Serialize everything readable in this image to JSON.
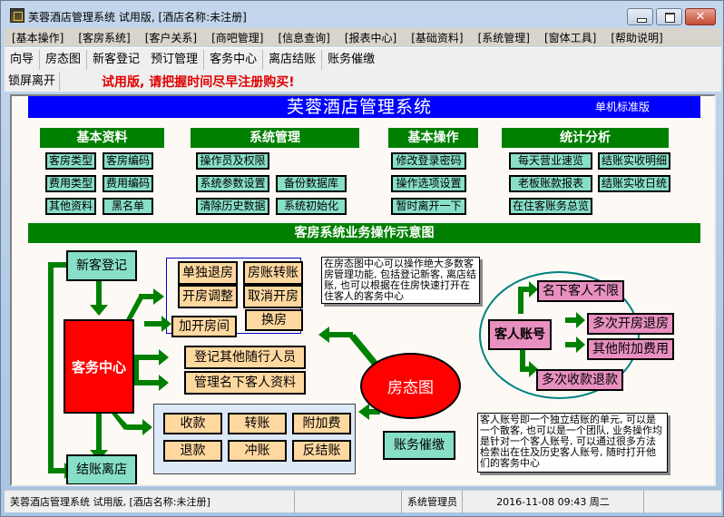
{
  "window": {
    "title": "芙蓉酒店管理系统 试用版, [酒店名称:未注册]",
    "controls": {
      "minimize": "minimize",
      "maximize": "maximize",
      "close": "✕"
    }
  },
  "menubar": {
    "items": [
      "[基本操作]",
      "[客房系统]",
      "[客户关系]",
      "[商吧管理]",
      "[信息查询]",
      "[报表中心]",
      "[基础资料]",
      "[系统管理]",
      "[窗体工具]",
      "[帮助说明]"
    ]
  },
  "toolbar": {
    "buttons": [
      "向导",
      "房态图",
      "新客登记",
      "预订管理",
      "客务中心",
      "离店结账",
      "账务催缴"
    ],
    "lock_label": "锁屏离开",
    "trial_message": "试用版, 请把握时间尽早注册购买!"
  },
  "banner": {
    "title": "芙蓉酒店管理系统",
    "edition": "单机标准版"
  },
  "sections": {
    "basic_data": {
      "title": "基本资料",
      "buttons": [
        "客房类型",
        "客房编码",
        "费用类型",
        "费用编码",
        "其他资料",
        "黑名单"
      ]
    },
    "system_mgmt": {
      "title": "系统管理",
      "buttons": [
        "操作员及权限",
        "系统参数设置",
        "备份数据库",
        "清除历史数据",
        "系统初始化"
      ]
    },
    "basic_ops": {
      "title": "基本操作",
      "buttons": [
        "修改登录密码",
        "操作选项设置",
        "暂时离开一下"
      ]
    },
    "stats": {
      "title": "统计分析",
      "buttons": [
        "每天营业速览",
        "结账实收明细",
        "老板账款报表",
        "结账实收日统",
        "在住客账务总览"
      ]
    }
  },
  "diagram": {
    "title": "客房系统业务操作示意图",
    "new_guest": "新客登记",
    "service_center": "客务中心",
    "checkout": "结账离店",
    "room_ops": [
      "单独退房",
      "房账转账",
      "开房调整",
      "取消开房",
      "换房"
    ],
    "add_room": "加开房间",
    "guest_ops": [
      "登记其他随行人员",
      "管理名下客人资料"
    ],
    "finance_ops": [
      "收款",
      "转账",
      "附加费",
      "退款",
      "冲账",
      "反结账"
    ],
    "room_status": "房态图",
    "dunning": "账务催缴",
    "note_room_status": "在房态图中心可以操作绝大多数客房管理功能, 包括登记新客, 离店结账, 也可以根据在住房快速打开在住客人的客务中心",
    "guest_account": "客人账号",
    "account_features": [
      "名下客人不限",
      "多次开房退房",
      "其他附加费用",
      "多次收款退款"
    ],
    "note_account": "客人账号即一个独立结账的单元, 可以是一个散客, 也可以是一个团队, 业务操作均是针对一个客人账号, 可以通过很多方法检索出在住及历史客人账号, 随时打开他们的客务中心"
  },
  "statusbar": {
    "app_info": "芙蓉酒店管理系统 试用版, [酒店名称:未注册]",
    "user": "系统管理员",
    "datetime": "2016-11-08 09:43 周二"
  },
  "colors": {
    "banner_blue": "#0000ff",
    "section_green": "#008000",
    "teal_button": "#88dfc8",
    "orange_box": "#ffd8a0",
    "pink_box": "#e890c0",
    "red": "#ff0000",
    "trial_red": "#e00000"
  }
}
